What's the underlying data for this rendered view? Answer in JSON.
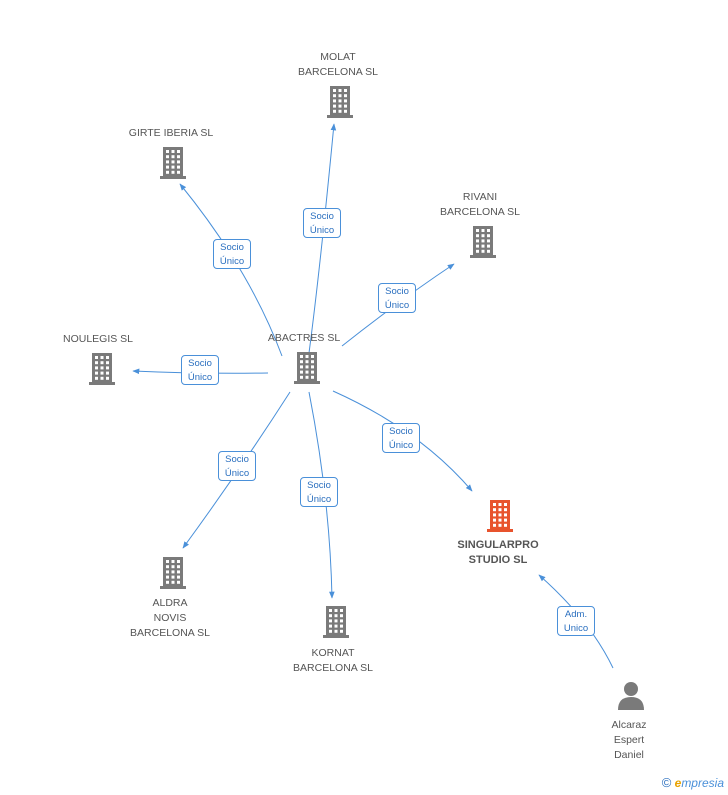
{
  "colors": {
    "edge": "#4a90d9",
    "building": "#7a7a7a",
    "focus": "#e8532d",
    "person": "#7a7a7a"
  },
  "nodes": [
    {
      "id": "abactres",
      "label": "ABACTRES  SL",
      "icon": "building-icon"
    },
    {
      "id": "molat",
      "label": "MOLAT\nBARCELONA SL",
      "icon": "building-icon"
    },
    {
      "id": "girte",
      "label": "GIRTE IBERIA  SL",
      "icon": "building-icon"
    },
    {
      "id": "rivani",
      "label": "RIVANI\nBARCELONA SL",
      "icon": "building-icon"
    },
    {
      "id": "noulegis",
      "label": "NOULEGIS SL",
      "icon": "building-icon"
    },
    {
      "id": "aldra",
      "label": "ALDRA\nNOVIS\nBARCELONA SL",
      "icon": "building-icon"
    },
    {
      "id": "kornat",
      "label": "KORNAT\nBARCELONA SL",
      "icon": "building-icon"
    },
    {
      "id": "singularpro",
      "label": "SINGULARPRO\nSTUDIO  SL",
      "icon": "building-icon",
      "focus": true
    },
    {
      "id": "alcaraz",
      "label": "Alcaraz\nEspert\nDaniel",
      "icon": "person-icon"
    }
  ],
  "edges": [
    {
      "from": "abactres",
      "to": "molat",
      "label": "Socio\nÚnico"
    },
    {
      "from": "abactres",
      "to": "girte",
      "label": "Socio\nÚnico"
    },
    {
      "from": "abactres",
      "to": "rivani",
      "label": "Socio\nÚnico"
    },
    {
      "from": "abactres",
      "to": "noulegis",
      "label": "Socio\nÚnico"
    },
    {
      "from": "abactres",
      "to": "aldra",
      "label": "Socio\nÚnico"
    },
    {
      "from": "abactres",
      "to": "kornat",
      "label": "Socio\nÚnico"
    },
    {
      "from": "abactres",
      "to": "singularpro",
      "label": "Socio\nÚnico"
    },
    {
      "from": "alcaraz",
      "to": "singularpro",
      "label": "Adm.\nUnico"
    }
  ],
  "footer": {
    "copyright": "©",
    "brand_initial": "e",
    "brand_rest": "mpresia"
  }
}
